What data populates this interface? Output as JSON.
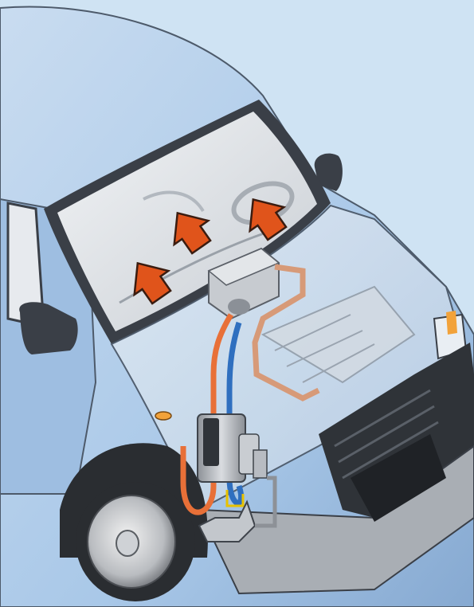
{
  "colors": {
    "background": "#cfe3f3",
    "van_body": "#a9c8e8",
    "van_body_shadow": "#7fa6cf",
    "windshield_glass": "#e2e6ea",
    "frame_dark": "#3a3f47",
    "warm_air_arrow": "#e0541b",
    "warm_pipe": "#e87038",
    "coolant_pipe_blue": "#2f6fbf",
    "return_pipe_tan": "#d79a78",
    "fuel_line_yellow": "#e8c200",
    "heater_unit": "#b8bcc2",
    "indicator_amber": "#f2a23a"
  },
  "icons": {
    "airflow": "warm-air-arrow",
    "heater": "parking-heater-unit",
    "exchanger": "heat-exchanger-box"
  }
}
